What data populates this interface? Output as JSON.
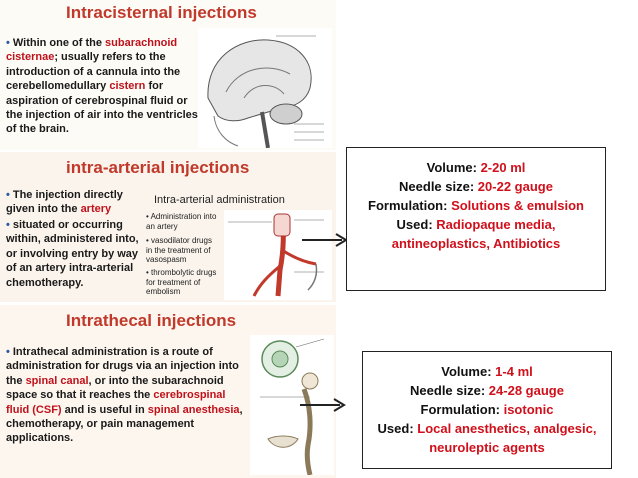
{
  "intracisternal": {
    "title": "Intracisternal injections",
    "b1": "Within one of the ",
    "b1_red1": "subarachnoid cisternae",
    "b1_cont": "; usually refers to the introduction of a cannula into the cerebellomedullary ",
    "b1_red2": "cistern",
    "b1_end": " for aspiration of cerebrospinal fluid or the injection of air into the ventricles of the brain."
  },
  "intra_arterial": {
    "title": "intra-arterial injections",
    "b1": "The injection directly given into the ",
    "b1_red": "artery",
    "b2": "situated or occurring within, administered into, or involving entry by way of an artery intra-arterial chemotherapy.",
    "figure_title": "Intra-arterial administration",
    "sub1": "Administration into an artery",
    "sub2": "vasodilator drugs in the treatment of vasospasm",
    "sub3": "thrombolytic drugs for treatment of embolism"
  },
  "intrathecal": {
    "title": "Intrathecal injections",
    "b1": "Intrathecal administration is a route of administration for drugs via an injection into the ",
    "b1_red1": "spinal canal",
    "b1_c2": ", or into the subarachnoid space so that it reaches the ",
    "b1_red2": "cerebrospinal fluid (CSF)",
    "b1_c3": " and is useful in ",
    "b1_red3": "spinal anesthesia",
    "b1_end": ", chemotherapy, or pain management applications."
  },
  "box1": {
    "l_volume": "Volume: ",
    "volume": "2-20 ml",
    "l_needle": "Needle size: ",
    "needle": "20-22 gauge",
    "l_form": "Formulation: ",
    "form": "Solutions & emulsion",
    "l_used": "Used: ",
    "used": "Radiopaque media, antineoplastics, Antibiotics"
  },
  "box2": {
    "l_volume": "Volume: ",
    "volume": "1-4 ml",
    "l_needle": "Needle size: ",
    "needle": "24-28 gauge",
    "l_form": "Formulation: ",
    "form": "isotonic",
    "l_used": "Used: ",
    "used": "Local anesthetics, analgesic, neuroleptic agents"
  },
  "colors": {
    "title_red": "#c0392b",
    "value_red": "#d0101b",
    "bullet_blue": "#2a5aa0"
  }
}
